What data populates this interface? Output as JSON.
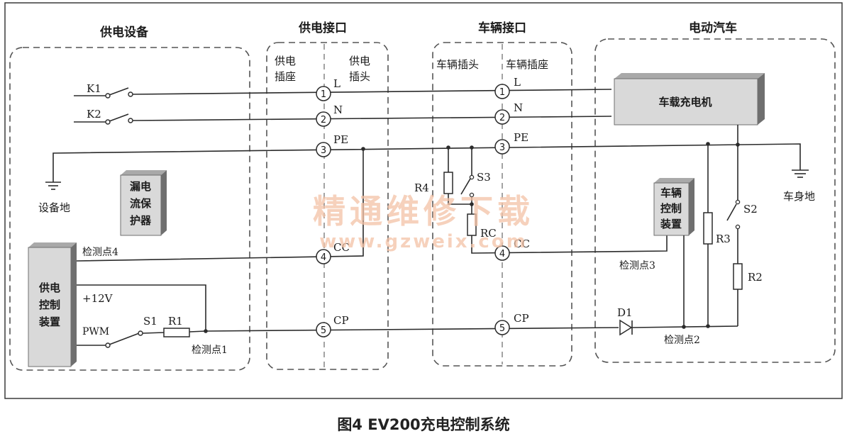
{
  "sections": {
    "supply_equipment": "供电设备",
    "supply_interface": "供电接口",
    "vehicle_interface": "车辆接口",
    "electric_vehicle": "电动汽车"
  },
  "connector_labels": {
    "supply_socket": [
      "供电",
      "插座"
    ],
    "supply_plug": [
      "供电",
      "插头"
    ],
    "vehicle_plug": "车辆插头",
    "vehicle_socket": "车辆插座"
  },
  "pins": {
    "numbers": [
      "1",
      "2",
      "3",
      "4",
      "5"
    ],
    "names": [
      "L",
      "N",
      "PE",
      "CC",
      "CP"
    ]
  },
  "components": {
    "k1": "K1",
    "k2": "K2",
    "equipment_ground": "设备地",
    "leakage_protector": [
      "漏电",
      "流保",
      "护器"
    ],
    "detect_point4": "检测点4",
    "supply_controller": [
      "供电",
      "控制",
      "装置"
    ],
    "plus12v": "+12V",
    "pwm": "PWM",
    "s1": "S1",
    "r1": "R1",
    "detect_point1": "检测点1",
    "r4": "R4",
    "s3": "S3",
    "rc": "RC",
    "onboard_charger": "车载充电机",
    "vehicle_controller": [
      "车辆",
      "控制",
      "装置"
    ],
    "body_ground": "车身地",
    "s2": "S2",
    "r3": "R3",
    "r2": "R2",
    "detect_point3": "检测点3",
    "d1": "D1",
    "detect_point2": "检测点2"
  },
  "watermark": {
    "line1": "精通维修下载",
    "line2": "www.gzweix.com"
  },
  "caption": "图4 EV200充电控制系统",
  "colors": {
    "line": "#2b2b2b",
    "box_face": "#d9d9d9",
    "box_shadow": "#6f6f6f",
    "watermark": "#f3c2a6"
  }
}
